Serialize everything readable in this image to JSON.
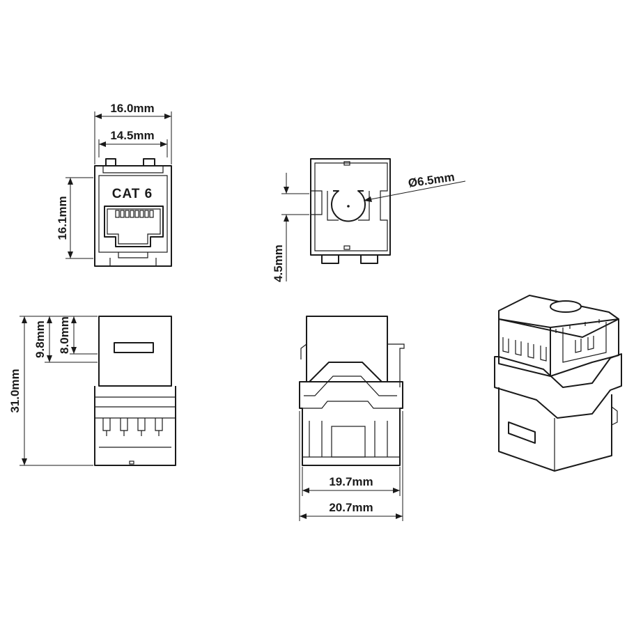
{
  "dimensions": {
    "front_width_outer": "16.0mm",
    "front_width_inner": "14.5mm",
    "front_height": "16.1mm",
    "top_hole_diameter": "Ø6.5mm",
    "top_slot_height": "4.5mm",
    "side_total_height": "31.0mm",
    "side_tab_offset": "9.8mm",
    "side_tab_height": "8.0mm",
    "back_width_inner": "19.7mm",
    "back_width_outer": "20.7mm"
  },
  "product_label": "CAT 6"
}
